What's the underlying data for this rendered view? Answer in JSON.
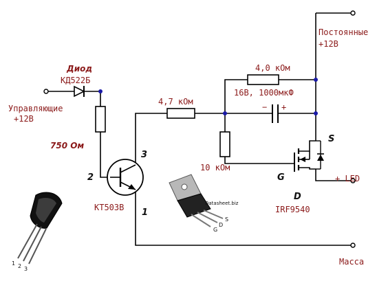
{
  "labels": {
    "const_line1": "Постоянные",
    "const_line2": "+12В",
    "diode_title": "Диод",
    "diode_part": "КД522Б",
    "control_line1": "Управляющие",
    "control_line2": "+12В",
    "r_base": "750 Ом",
    "r_47": "4,7 кОм",
    "r_40": "4,0 кОм",
    "cap": "16В, 1000мкФ",
    "r_10": "10 кОм",
    "transistor": "КТ503В",
    "mosfet": "IRF9540",
    "led": "+ LED",
    "ground": "Масса",
    "cap_minus": "−",
    "cap_plus": "+"
  },
  "pins": {
    "t_collector": "3",
    "t_base": "2",
    "t_emitter": "1",
    "m_source": "S",
    "m_gate": "G",
    "m_drain": "D"
  },
  "packages": {
    "to92_pins": [
      "1",
      "2",
      "3"
    ],
    "to220_watermark": "Datasheet.biz",
    "to220_pins": [
      "G",
      "D",
      "S"
    ]
  },
  "colors": {
    "label": "#8b1a1a",
    "wire": "#000000",
    "junction": "#1a1aa8"
  }
}
